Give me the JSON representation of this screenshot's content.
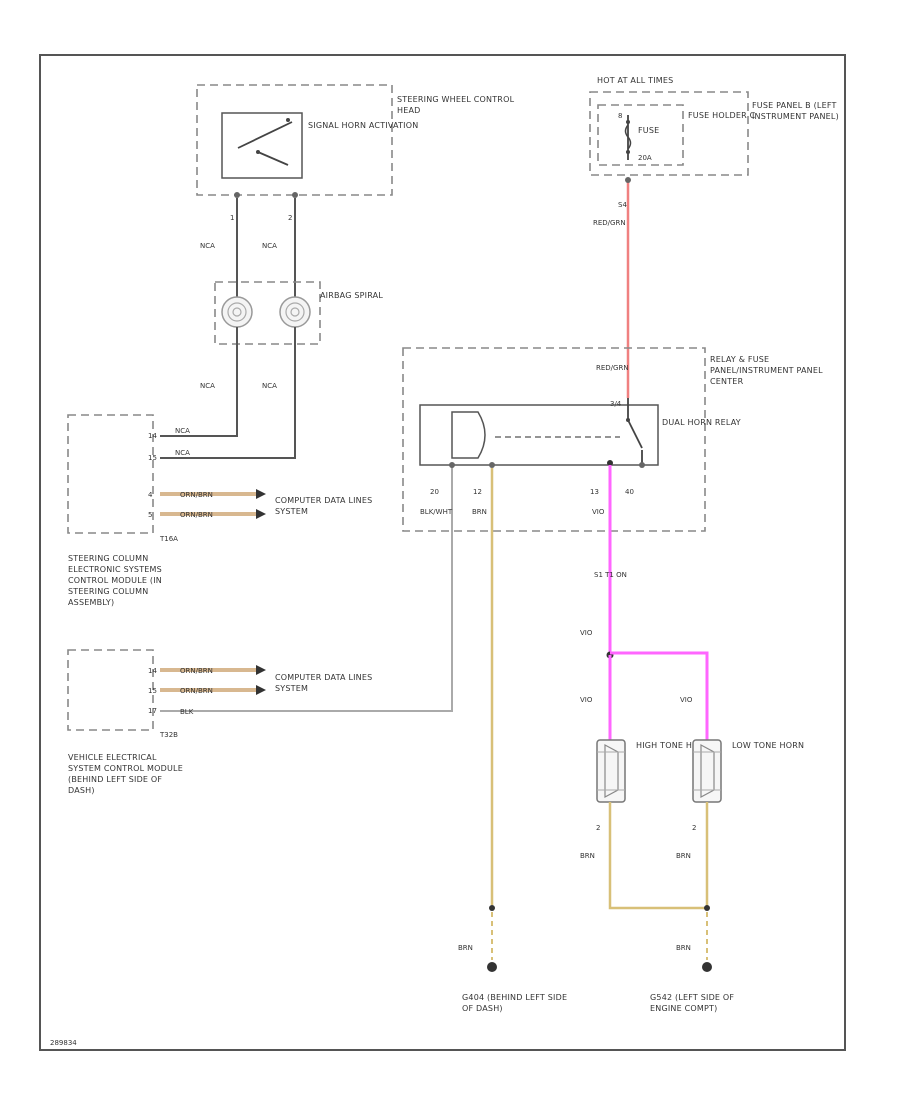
{
  "colors": {
    "red_wire": "#f08080",
    "violet_wire": "#ff66ff",
    "brown_wire": "#d8c078",
    "orange_brown_wire": "#d8b890",
    "black_wire": "#555555",
    "gray_wire": "#aaaaaa"
  },
  "components": {
    "steering_head": "STEERING WHEEL CONTROL HEAD",
    "signal_horn": "SIGNAL HORN ACTIVATION",
    "airbag_spiral": "AIRBAG SPIRAL",
    "hot_at_all_times": "HOT AT ALL TIMES",
    "fuse": "FUSE",
    "fuse_holder": "FUSE HOLDER C",
    "fuse_panel": "FUSE PANEL B (LEFT INSTRUMENT PANEL)",
    "relay_panel": "RELAY & FUSE PANEL/INSTRUMENT PANEL CENTER",
    "dual_horn_relay": "DUAL HORN RELAY",
    "steering_module_connector": "T16A",
    "steering_module": "STEERING COLUMN ELECTRONIC SYSTEMS CONTROL MODULE (IN STEERING COLUMN ASSEMBLY)",
    "vehicle_module_connector": "T32B",
    "vehicle_module": "VEHICLE ELECTRICAL SYSTEM CONTROL MODULE (BEHIND LEFT SIDE OF DASH)",
    "computer_data_lines": "COMPUTER DATA LINES SYSTEM",
    "high_tone_horn": "HIGH TONE HORN",
    "low_tone_horn": "LOW TONE HORN",
    "ground_left": "G404 (BEHIND LEFT SIDE OF DASH)",
    "ground_right": "G542 (LEFT SIDE OF ENGINE COMPT)"
  },
  "wires": {
    "nca_1": "NCA",
    "nca_2": "NCA",
    "nca_3": "NCA",
    "nca_4": "NCA",
    "red_grn_1": "RED/GRN",
    "red_grn_2": "RED/GRN",
    "blk_wht": "BLK/WHT",
    "brn_1": "BRN",
    "vio_1": "VIO",
    "vio_2": "VIO",
    "vio_3": "VIO",
    "vio_4": "VIO",
    "brn_2": "BRN",
    "brn_3": "BRN",
    "brn_4": "BRN",
    "brn_5": "BRN",
    "orn_brn_1": "ORN/BRN",
    "orn_brn_2": "ORN/BRN",
    "orn_brn_3": "ORN/BRN",
    "orn_brn_4": "ORN/BRN",
    "black": "BLK",
    "lwire_1": "NCA",
    "lwire_2": "NCA",
    "splice": "S1 T1 ON"
  },
  "pins": {
    "p1": "1",
    "p2": "2",
    "p_fuse_top": "8",
    "p_fuse_bot": "S4",
    "p_relay_in": "3/4",
    "p20": "20",
    "p12": "12",
    "p13": "13",
    "p40": "40",
    "p_hh2": "2",
    "p_lh2": "2",
    "pa1": "14",
    "pa2": "15",
    "pa3": "4",
    "pa4": "5",
    "pb1": "14",
    "pb2": "15",
    "pb3": "17",
    "fuse_amp": "20A"
  },
  "footer_code": "289834"
}
